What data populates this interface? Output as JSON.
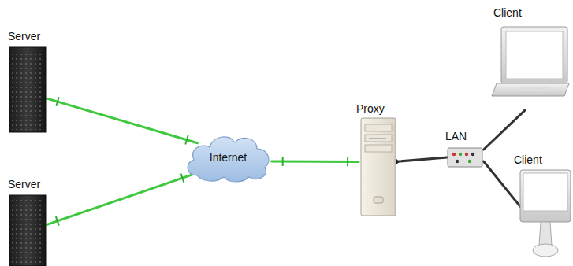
{
  "diagram": {
    "nodes": [
      {
        "text": [
          "Server"
        ]
      },
      {
        "text": [
          "Server"
        ]
      },
      {
        "text": [
          "Internet"
        ]
      },
      {
        "text": [
          "Proxy"
        ]
      },
      {
        "text": [
          "LAN"
        ]
      },
      {
        "text": [
          "Client"
        ]
      },
      {
        "text": [
          "Client"
        ]
      }
    ],
    "edges": [
      {
        "from": 0,
        "to": 2,
        "arrow": "none"
      },
      {
        "from": 1,
        "to": 2,
        "arrow": "none"
      },
      {
        "from": 2,
        "to": 3,
        "arrow": "none"
      },
      {
        "from": 3,
        "to": 4,
        "arrow": "none"
      },
      {
        "from": 4,
        "to": 5,
        "arrow": "none"
      },
      {
        "from": 4,
        "to": 6,
        "arrow": "none"
      }
    ]
  }
}
